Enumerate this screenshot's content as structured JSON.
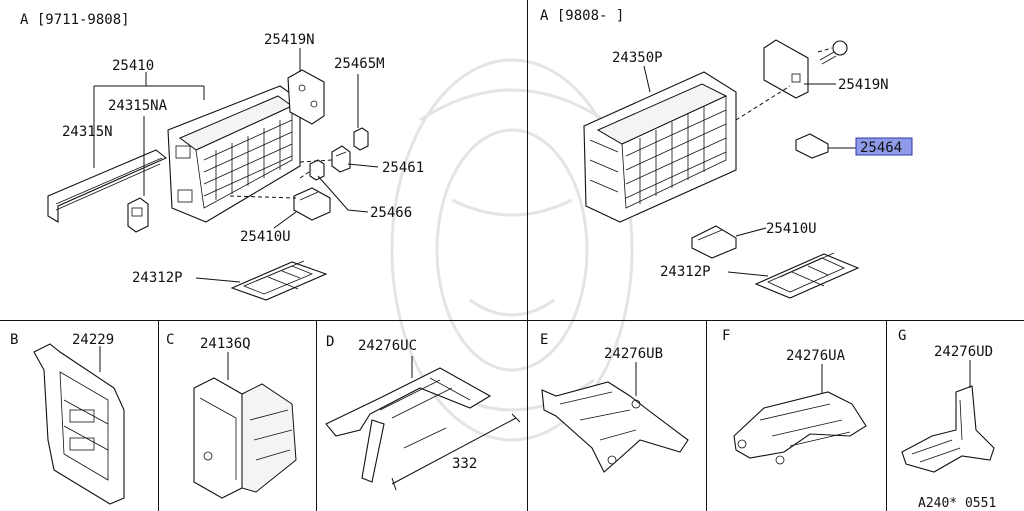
{
  "panels": {
    "a_left": {
      "header": "A [9711-9808]"
    },
    "a_right": {
      "header": "A [9808-  ]"
    },
    "b": {
      "letter": "B"
    },
    "c": {
      "letter": "C"
    },
    "d": {
      "letter": "D"
    },
    "e": {
      "letter": "E"
    },
    "f": {
      "letter": "F"
    },
    "g": {
      "letter": "G"
    }
  },
  "labels": {
    "p25419N_left": "25419N",
    "p25410": "25410",
    "p25465M": "25465M",
    "p24315NA": "24315NA",
    "p24315N": "24315N",
    "p25461": "25461",
    "p25466": "25466",
    "p25410U_left": "25410U",
    "p24312P_left": "24312P",
    "p24350P": "24350P",
    "p25419N_right": "25419N",
    "p25464": "25464",
    "p25410U_right": "25410U",
    "p24312P_right": "24312P",
    "p24229": "24229",
    "p24136Q": "24136Q",
    "p24276UC": "24276UC",
    "p24276UB": "24276UB",
    "p24276UA": "24276UA",
    "p24276UD": "24276UD",
    "dim332": "332",
    "footer_code": "A240* 0551"
  },
  "highlight_color": "#8f9be8"
}
